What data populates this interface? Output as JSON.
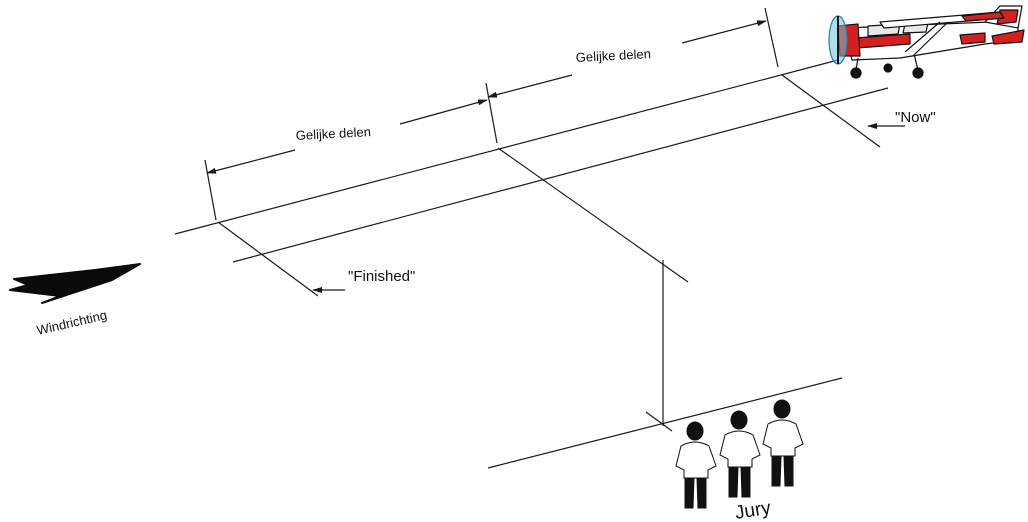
{
  "labels": {
    "equal_parts_upper": "Gelijke delen",
    "equal_parts_lower": "Gelijke delen",
    "now": "\"Now\"",
    "finished": "\"Finished\"",
    "wind_direction": "Windrichting",
    "jury": "Jury"
  },
  "colors": {
    "line": "#1a1a1a",
    "plane_red": "#d42020",
    "plane_white": "#ffffff",
    "propeller": "#6fc3dc",
    "arrow_fill": "#0a0a0a"
  }
}
